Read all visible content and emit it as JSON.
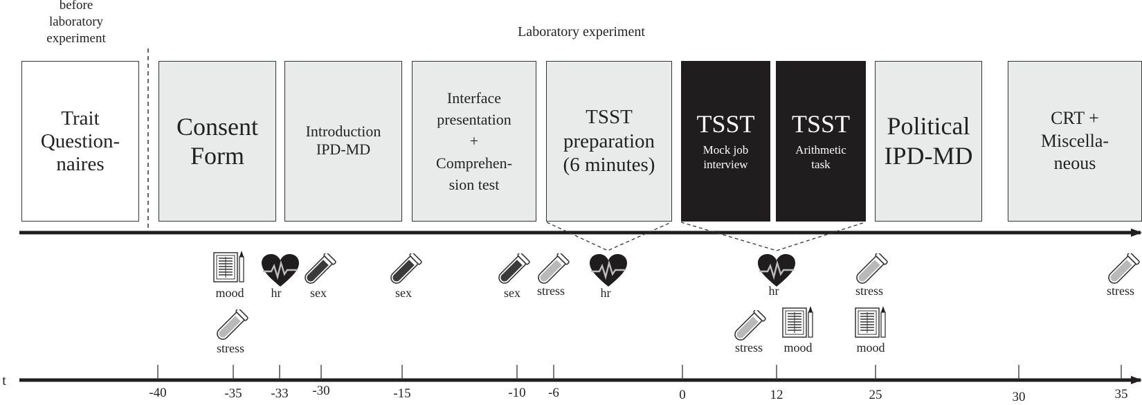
{
  "headers": {
    "before": "before\nlaboratory\nexperiment",
    "lab": "Laboratory experiment"
  },
  "boxes": [
    {
      "id": "trait",
      "text": "Trait\nQuestion-\nnaires",
      "style": "white"
    },
    {
      "id": "consent",
      "text": "Consent\nForm",
      "style": "grey"
    },
    {
      "id": "intro",
      "text": "Introduction\nIPD-MD",
      "style": "grey"
    },
    {
      "id": "interface",
      "text": "Interface\npresentation\n+\nComprehen-\nsion test",
      "style": "grey"
    },
    {
      "id": "tsst-prep",
      "text": "TSST\npreparation\n(6 minutes)",
      "style": "grey"
    },
    {
      "id": "tsst-mock",
      "title": "TSST",
      "sub": "Mock job\ninterview",
      "style": "dark"
    },
    {
      "id": "tsst-arith",
      "title": "TSST",
      "sub": "Arithmetic\ntask",
      "style": "dark"
    },
    {
      "id": "political",
      "text": "Political\nIPD-MD",
      "style": "grey"
    },
    {
      "id": "crt",
      "text": "CRT +\nMiscella-\nneous",
      "style": "grey"
    }
  ],
  "time_axis": {
    "symbol": "t",
    "ticks": [
      "-40",
      "-35",
      "-33",
      "-30",
      "-15",
      "-10",
      "-6",
      "0",
      "12",
      "25",
      "30",
      "35"
    ]
  },
  "measures": [
    {
      "type": "mood",
      "label": "mood"
    },
    {
      "type": "hr",
      "label": "hr"
    },
    {
      "type": "sex",
      "label": "sex"
    },
    {
      "type": "sex",
      "label": "sex"
    },
    {
      "type": "sex",
      "label": "sex"
    },
    {
      "type": "stress",
      "label": "stress"
    },
    {
      "type": "hr",
      "label": "hr"
    },
    {
      "type": "hr",
      "label": "hr"
    },
    {
      "type": "stress",
      "label": "stress"
    },
    {
      "type": "stress",
      "label": "stress"
    },
    {
      "type": "stress",
      "label": "stress"
    },
    {
      "type": "stress",
      "label": "stress"
    },
    {
      "type": "mood",
      "label": "mood"
    },
    {
      "type": "mood",
      "label": "mood"
    }
  ]
}
